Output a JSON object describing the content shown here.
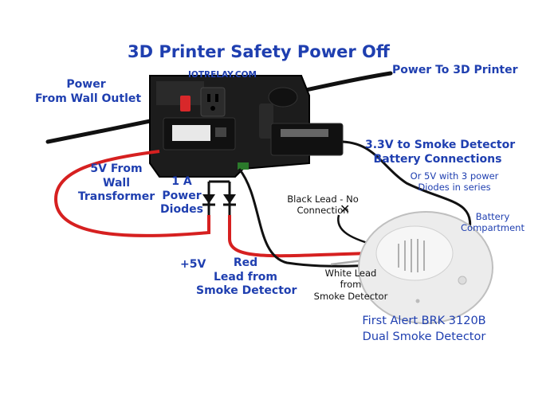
{
  "title": "3D Printer Safety Power Off",
  "brand": "IOTRELAY.COM",
  "labels": {
    "wall_outlet": [
      "Power",
      "From Wall Outlet"
    ],
    "power_to_printer": "Power To 3D Printer",
    "transformer": [
      "5V From",
      "Wall",
      "Transformer"
    ],
    "diodes": [
      "1 A",
      "Power",
      "Diodes"
    ],
    "plus5v": "+5V",
    "red_lead": [
      "Red",
      "Lead from",
      "Smoke Detector"
    ],
    "black_lead": [
      "Black Lead - No",
      "Connection"
    ],
    "white_lead": [
      "White Lead",
      "from",
      "Smoke Detector"
    ],
    "battery_connections": [
      "3.3V to Smoke Detector",
      "Battery Connections"
    ],
    "or_5v": [
      "Or 5V with 3 power",
      "Diodes in series"
    ],
    "battery_compartment": [
      "Battery",
      "Compartment"
    ],
    "detector_model": [
      "First Alert BRK 3120B",
      "Dual Smoke Detector"
    ]
  },
  "colors": {
    "label": "#1f3fb0",
    "wire_red": "#d62020",
    "wire_black": "#111111",
    "relay_body": "#1c1c1c",
    "switch_red": "#d8282a",
    "detector": "#ececec"
  }
}
